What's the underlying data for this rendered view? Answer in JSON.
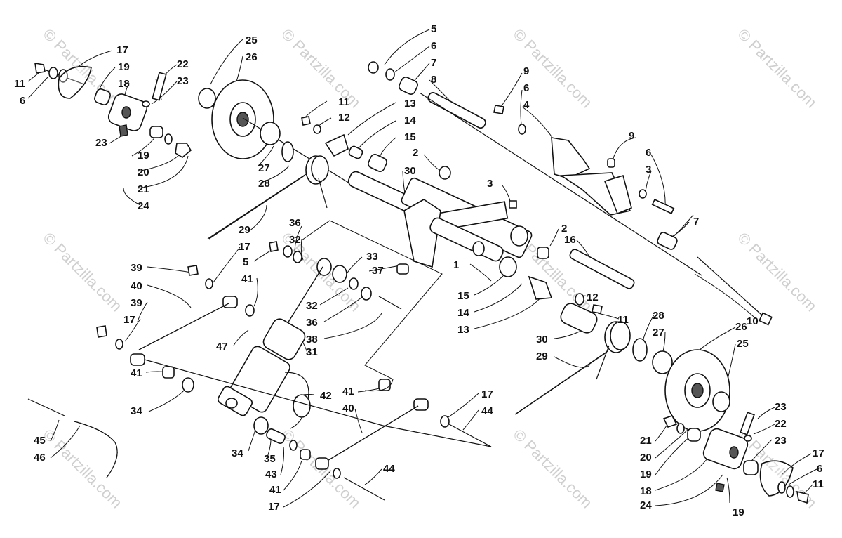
{
  "watermark": "© Partzilla.com",
  "callouts": [
    "11",
    "6",
    "17",
    "19",
    "18",
    "22",
    "23",
    "23",
    "19",
    "20",
    "21",
    "24",
    "25",
    "26",
    "27",
    "28",
    "29",
    "11",
    "12",
    "13",
    "14",
    "15",
    "30",
    "2",
    "5",
    "6",
    "7",
    "8",
    "9",
    "6",
    "4",
    "3",
    "9",
    "6",
    "3",
    "36",
    "32",
    "5",
    "17",
    "39",
    "40",
    "41",
    "39",
    "17",
    "41",
    "34",
    "47",
    "31",
    "33",
    "37",
    "32",
    "36",
    "38",
    "1",
    "15",
    "14",
    "13",
    "2",
    "16",
    "7",
    "12",
    "11",
    "10",
    "28",
    "27",
    "26",
    "25",
    "30",
    "29",
    "42",
    "41",
    "40",
    "17",
    "44",
    "45",
    "46",
    "34",
    "35",
    "43",
    "41",
    "17",
    "44",
    "21",
    "20",
    "19",
    "18",
    "24",
    "23",
    "22",
    "23",
    "19",
    "17",
    "6",
    "11"
  ]
}
